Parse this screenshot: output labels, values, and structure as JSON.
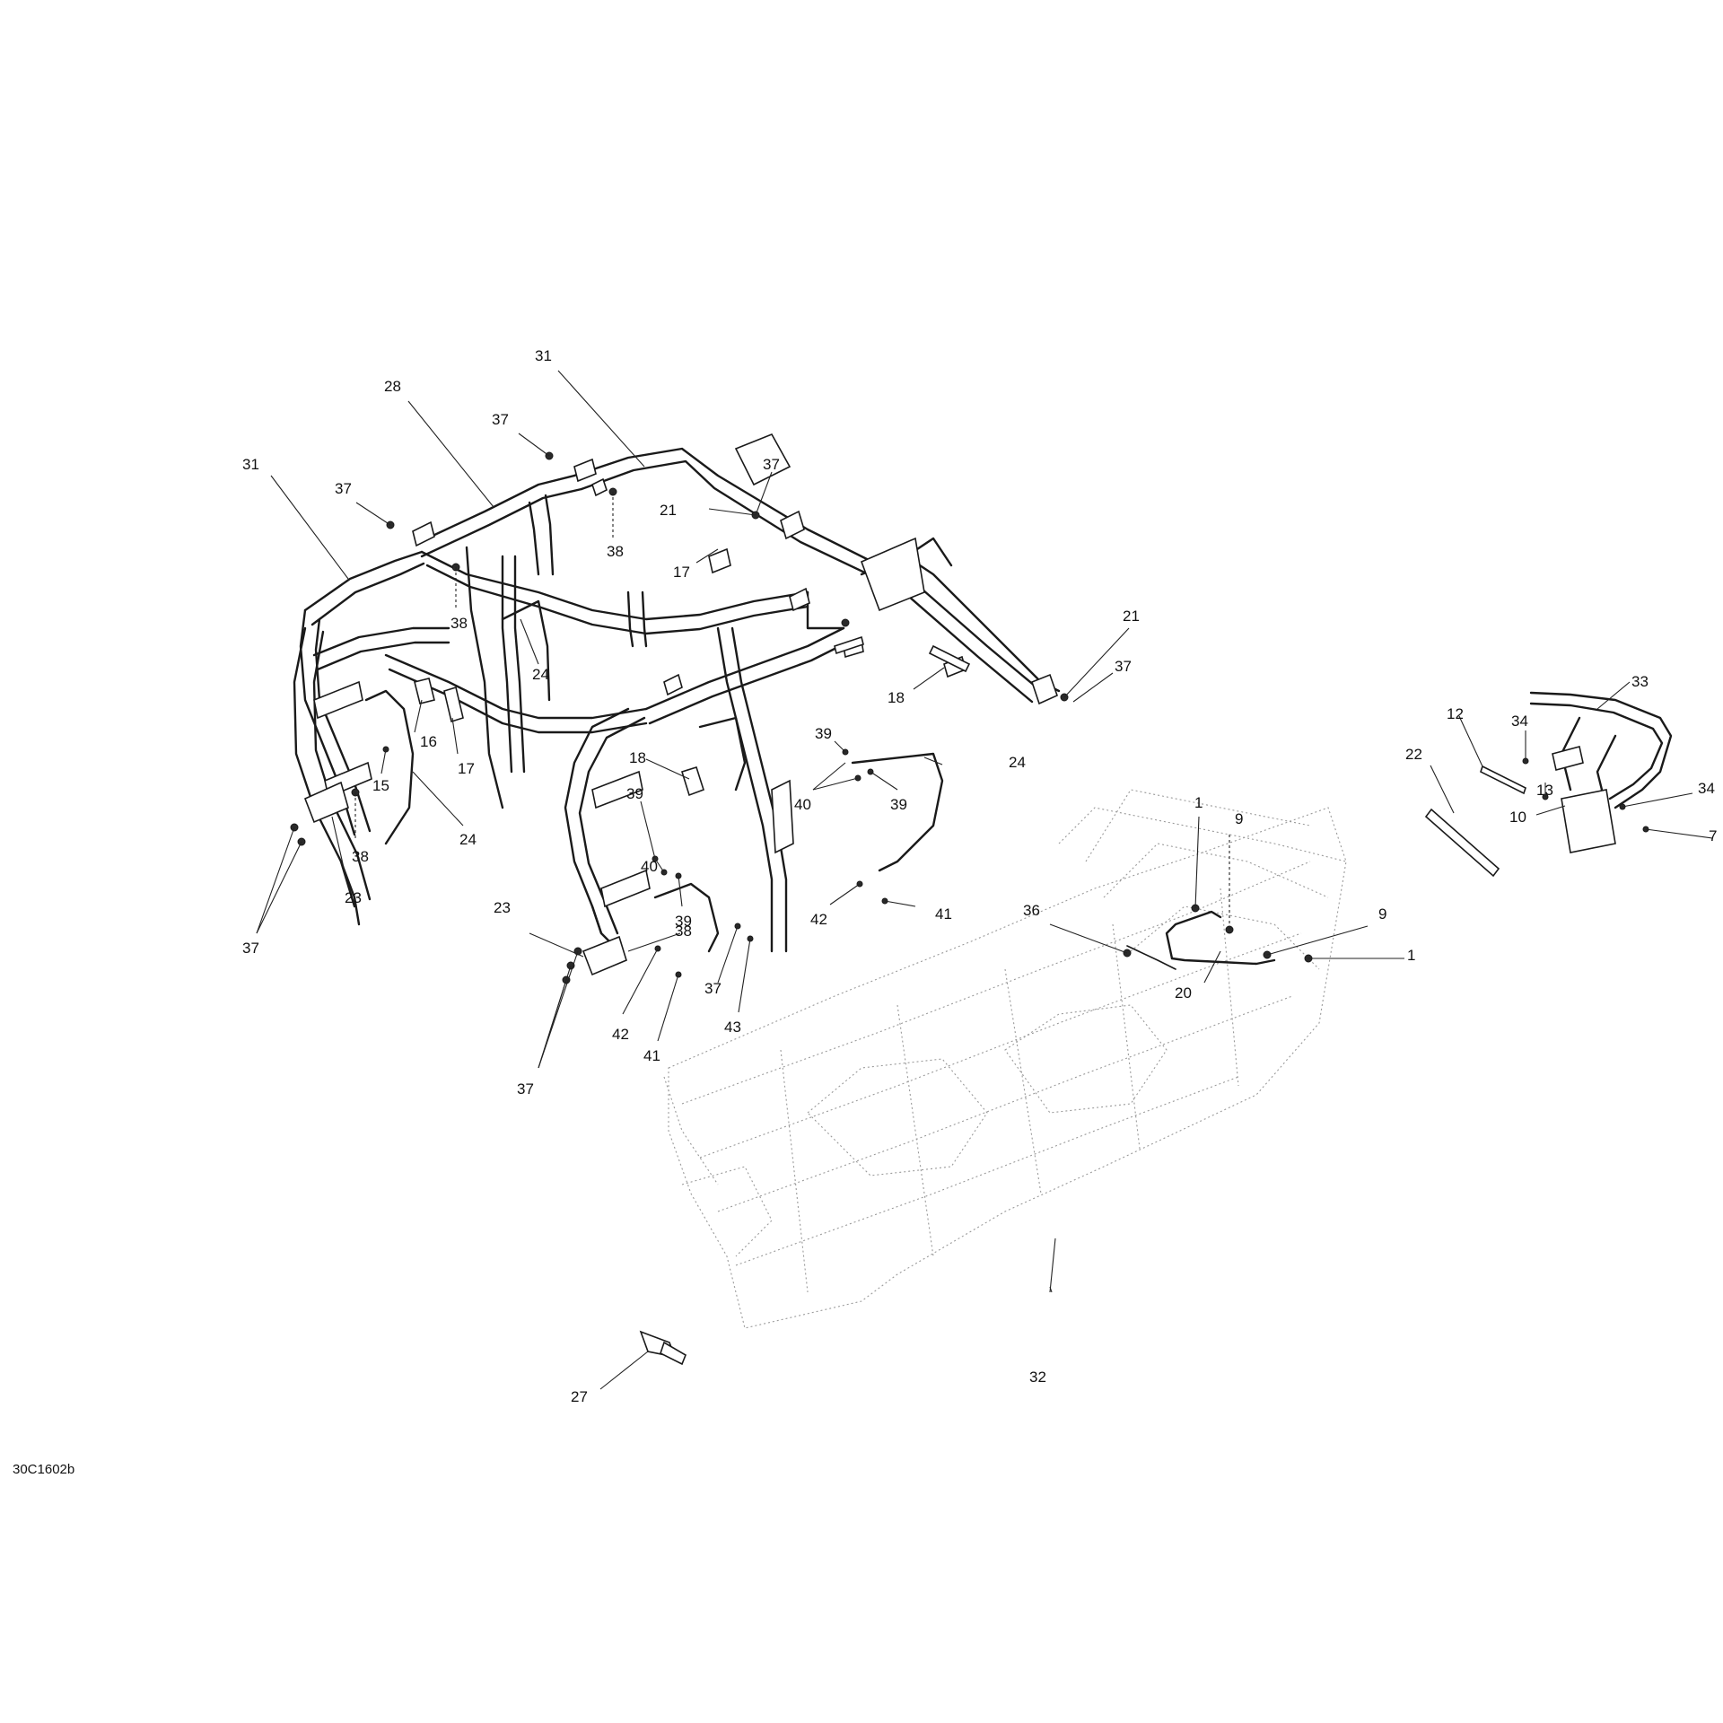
{
  "drawing_code": "30C1602b",
  "callouts": [
    {
      "label": "31"
    },
    {
      "label": "28"
    },
    {
      "label": "37"
    },
    {
      "label": "31"
    },
    {
      "label": "37"
    },
    {
      "label": "37"
    },
    {
      "label": "21"
    },
    {
      "label": "38"
    },
    {
      "label": "17"
    },
    {
      "label": "38"
    },
    {
      "label": "24"
    },
    {
      "label": "21"
    },
    {
      "label": "37"
    },
    {
      "label": "18"
    },
    {
      "label": "16"
    },
    {
      "label": "17"
    },
    {
      "label": "15"
    },
    {
      "label": "24"
    },
    {
      "label": "38"
    },
    {
      "label": "23"
    },
    {
      "label": "37"
    },
    {
      "label": "18"
    },
    {
      "label": "39"
    },
    {
      "label": "40"
    },
    {
      "label": "39"
    },
    {
      "label": "39"
    },
    {
      "label": "40"
    },
    {
      "label": "39"
    },
    {
      "label": "24"
    },
    {
      "label": "42"
    },
    {
      "label": "41"
    },
    {
      "label": "23"
    },
    {
      "label": "38"
    },
    {
      "label": "37"
    },
    {
      "label": "42"
    },
    {
      "label": "41"
    },
    {
      "label": "43"
    },
    {
      "label": "37"
    },
    {
      "label": "1"
    },
    {
      "label": "9"
    },
    {
      "label": "36"
    },
    {
      "label": "9"
    },
    {
      "label": "1"
    },
    {
      "label": "20"
    },
    {
      "label": "32"
    },
    {
      "label": "27"
    },
    {
      "label": "33"
    },
    {
      "label": "12"
    },
    {
      "label": "34"
    },
    {
      "label": "22"
    },
    {
      "label": "13"
    },
    {
      "label": "34"
    },
    {
      "label": "10"
    },
    {
      "label": "7"
    }
  ]
}
